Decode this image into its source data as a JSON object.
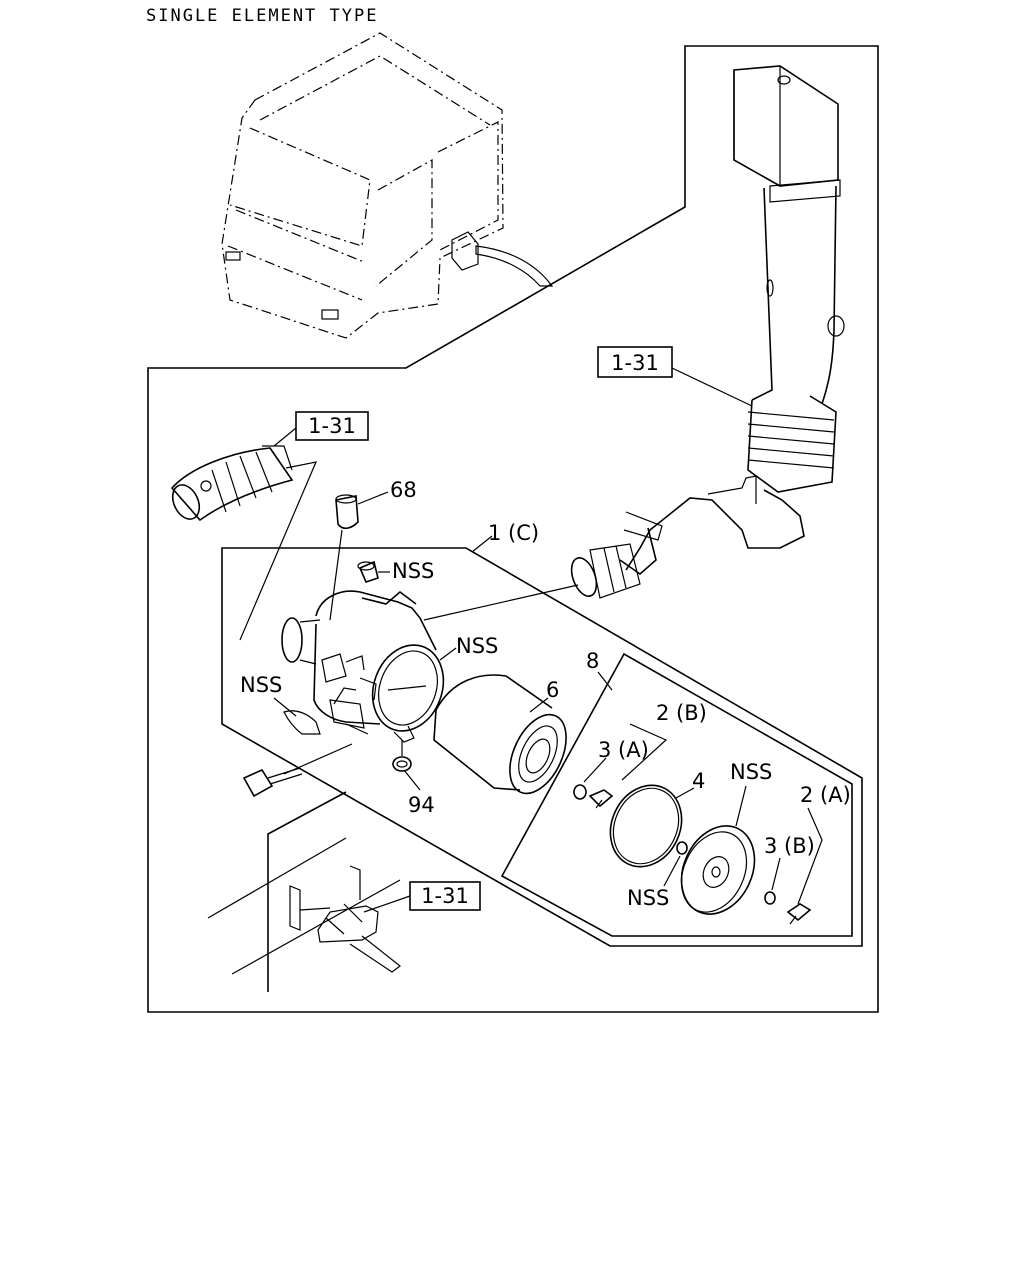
{
  "title": "SINGLE ELEMENT TYPE",
  "colors": {
    "ink": "#000000",
    "paper": "#ffffff"
  },
  "callouts": {
    "ref_upper_duct": "1-31",
    "ref_hose": "1-31",
    "ref_bracket": "1-31",
    "part_68": "68",
    "part_1c": "1 (C)",
    "part_nss_cap": "NSS",
    "part_nss_body": "NSS",
    "part_nss_bracket": "NSS",
    "part_6": "6",
    "part_8": "8",
    "part_2b": "2 (B)",
    "part_3a": "3 (A)",
    "part_4": "4",
    "part_nss_cover": "NSS",
    "part_2a": "2 (A)",
    "part_3b": "3 (B)",
    "part_nss_washer": "NSS",
    "part_94": "94"
  }
}
